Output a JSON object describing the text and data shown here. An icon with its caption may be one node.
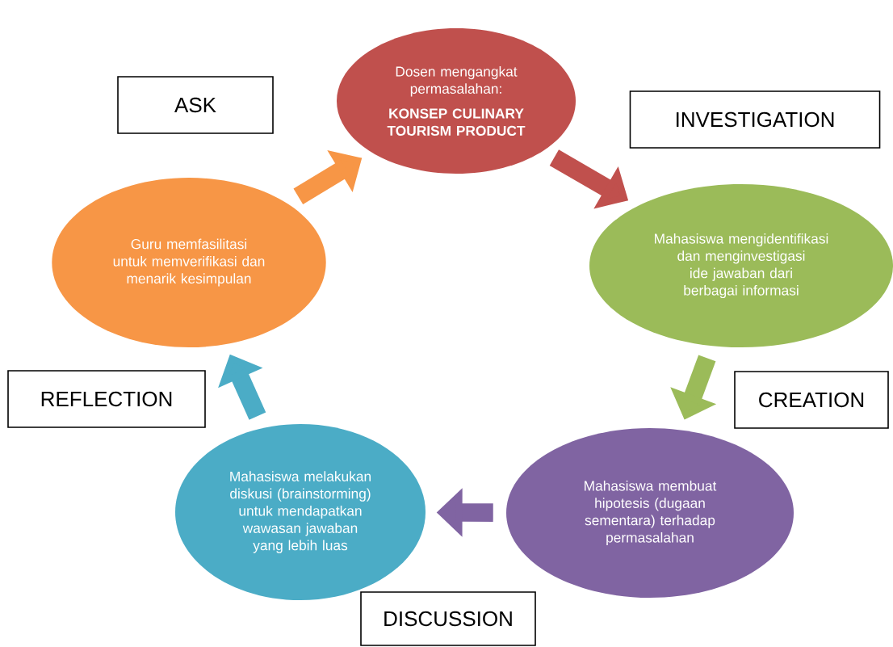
{
  "diagram": {
    "nodes": [
      {
        "text": [
          "Dosen  mengangkat permasalahan:",
          "KONSEP CULINARY TOURISM PRODUCT"
        ]
      },
      {
        "text": [
          "ASK"
        ]
      },
      {
        "text": [
          "INVESTIGATION"
        ]
      },
      {
        "text": [
          "Guru memfasilitasi untuk memverifikasi dan menarik kesimpulan"
        ]
      },
      {
        "text": [
          "Mahasiswa mengidentifikasi dan menginvestigasi ide jawaban  dari berbagai informasi"
        ]
      },
      {
        "text": [
          "REFLECTION"
        ]
      },
      {
        "text": [
          "CREATION"
        ]
      },
      {
        "text": [
          "Mahasiswa melakukan diskusi (brainstorming) untuk mendapatkan wawasan jawaban yang lebih luas"
        ]
      },
      {
        "text": [
          "Mahasiswa membuat hipotesis  (dugaan sementara) terhadap permasalahan"
        ]
      },
      {
        "text": [
          "DISCUSSION"
        ]
      }
    ],
    "edges": [
      {
        "from": 0,
        "to": 4,
        "arrow": "to",
        "color": "#c0504d"
      },
      {
        "from": 4,
        "to": 8,
        "arrow": "to",
        "color": "#9bbb59"
      },
      {
        "from": 8,
        "to": 7,
        "arrow": "to",
        "color": "#8064a2"
      },
      {
        "from": 7,
        "to": 3,
        "arrow": "to",
        "color": "#4bacc6"
      },
      {
        "from": 3,
        "to": 0,
        "arrow": "to",
        "color": "#f79646"
      }
    ]
  }
}
